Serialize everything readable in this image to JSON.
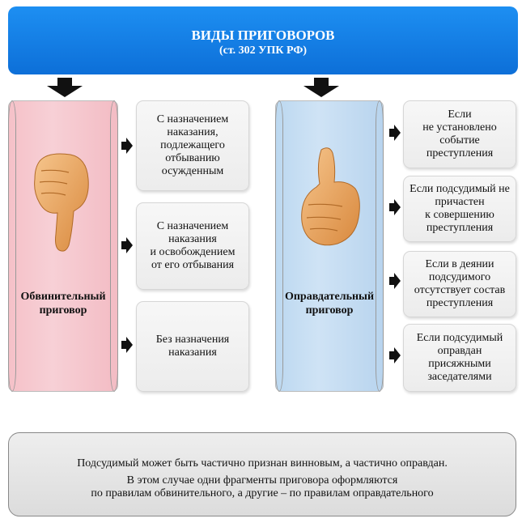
{
  "header": {
    "title": "ВИДЫ ПРИГОВОРОВ",
    "subtitle": "(ст. 302 УПК РФ)"
  },
  "left": {
    "label": "Обвинительный\nприговор",
    "items": [
      "С назначением\nнаказания,\nподлежащего\nотбыванию\nосужденным",
      "С назначением\nнаказания\nи освобождением\nот его отбывания",
      "Без назначения\nнаказания"
    ]
  },
  "right": {
    "label": "Оправдательный\nприговор",
    "items": [
      "Если\nне установлено\nсобытие\nпреступления",
      "Если подсудимый не\nпричастен\nк совершению\nпреступления",
      "Если в деянии\nподсудимого\nотсутствует состав\nпреступления",
      "Если подсудимый\nоправдан\nприсяжными\nзаседателями"
    ]
  },
  "note": {
    "line1": "Подсудимый может быть частично признан винновым, а частично оправдан.",
    "line2": "В этом случае одни фрагменты приговора оформляются",
    "line3": "по правилам обвинительного, а другие – по правилам оправдательного"
  },
  "colors": {
    "header": "#1d8ff2",
    "left_cylinder": "#f5c1c8",
    "right_cylinder": "#cfe3f5"
  },
  "icons": {
    "left_hand": "thumbs-down-icon",
    "right_hand": "thumbs-up-icon"
  }
}
